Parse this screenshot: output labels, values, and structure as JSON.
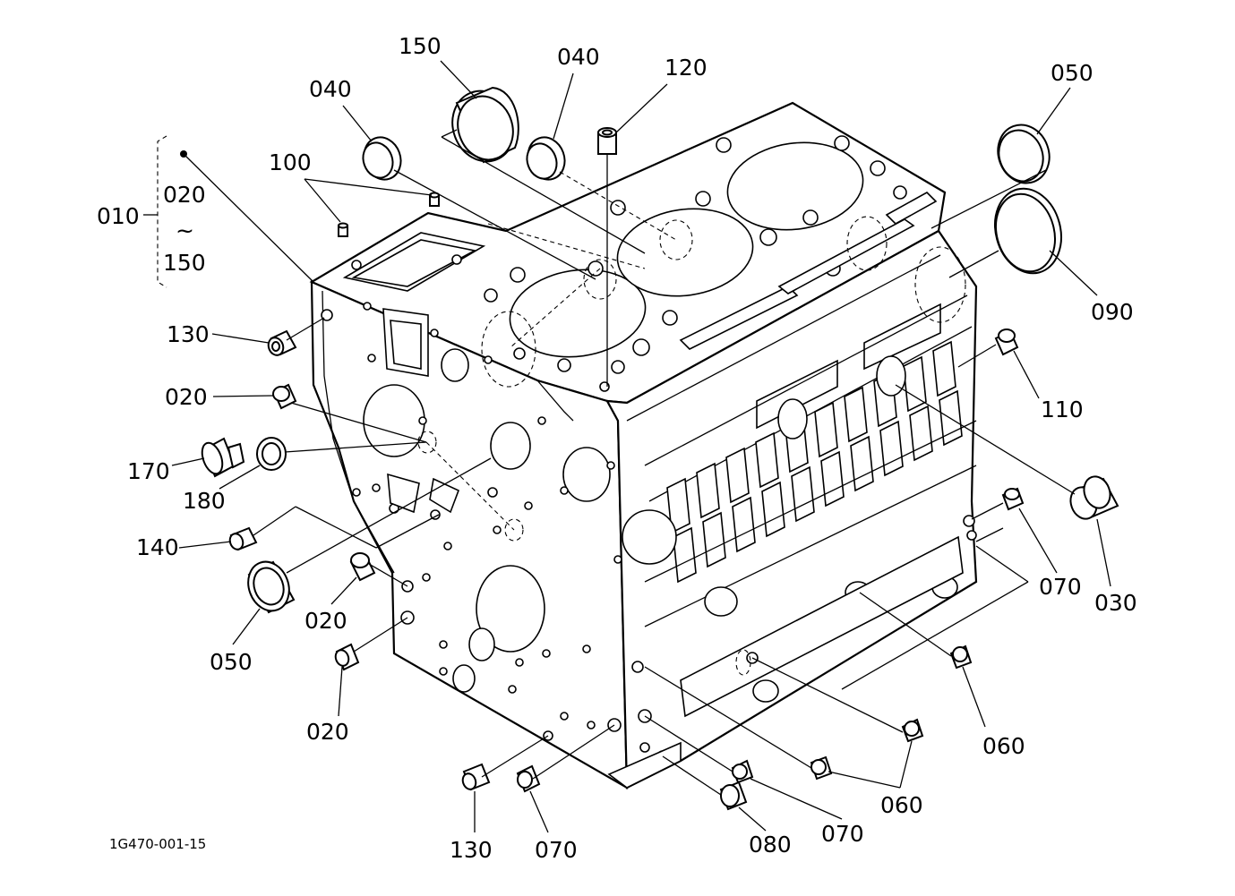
{
  "diagram": {
    "drawing_code": "1G470-001-15",
    "group": {
      "id": "010",
      "range_from": "020",
      "range_sep": "~",
      "range_to": "150"
    },
    "callouts": [
      {
        "key": "c150_top",
        "label": "150"
      },
      {
        "key": "c040_a",
        "label": "040"
      },
      {
        "key": "c040_b",
        "label": "040"
      },
      {
        "key": "c120",
        "label": "120"
      },
      {
        "key": "c050_top",
        "label": "050"
      },
      {
        "key": "c100",
        "label": "100"
      },
      {
        "key": "c090",
        "label": "090"
      },
      {
        "key": "c130_top",
        "label": "130"
      },
      {
        "key": "c110",
        "label": "110"
      },
      {
        "key": "c020_a",
        "label": "020"
      },
      {
        "key": "c170",
        "label": "170"
      },
      {
        "key": "c180",
        "label": "180"
      },
      {
        "key": "c030",
        "label": "030"
      },
      {
        "key": "c070_right",
        "label": "070"
      },
      {
        "key": "c140",
        "label": "140"
      },
      {
        "key": "c020_b",
        "label": "020"
      },
      {
        "key": "c050_bottom",
        "label": "050"
      },
      {
        "key": "c020_c",
        "label": "020"
      },
      {
        "key": "c060_right",
        "label": "060"
      },
      {
        "key": "c060_bottom",
        "label": "060"
      },
      {
        "key": "c070_mid",
        "label": "070"
      },
      {
        "key": "c080",
        "label": "080"
      },
      {
        "key": "c130_bottom",
        "label": "130"
      },
      {
        "key": "c070_bottom",
        "label": "070"
      }
    ]
  }
}
